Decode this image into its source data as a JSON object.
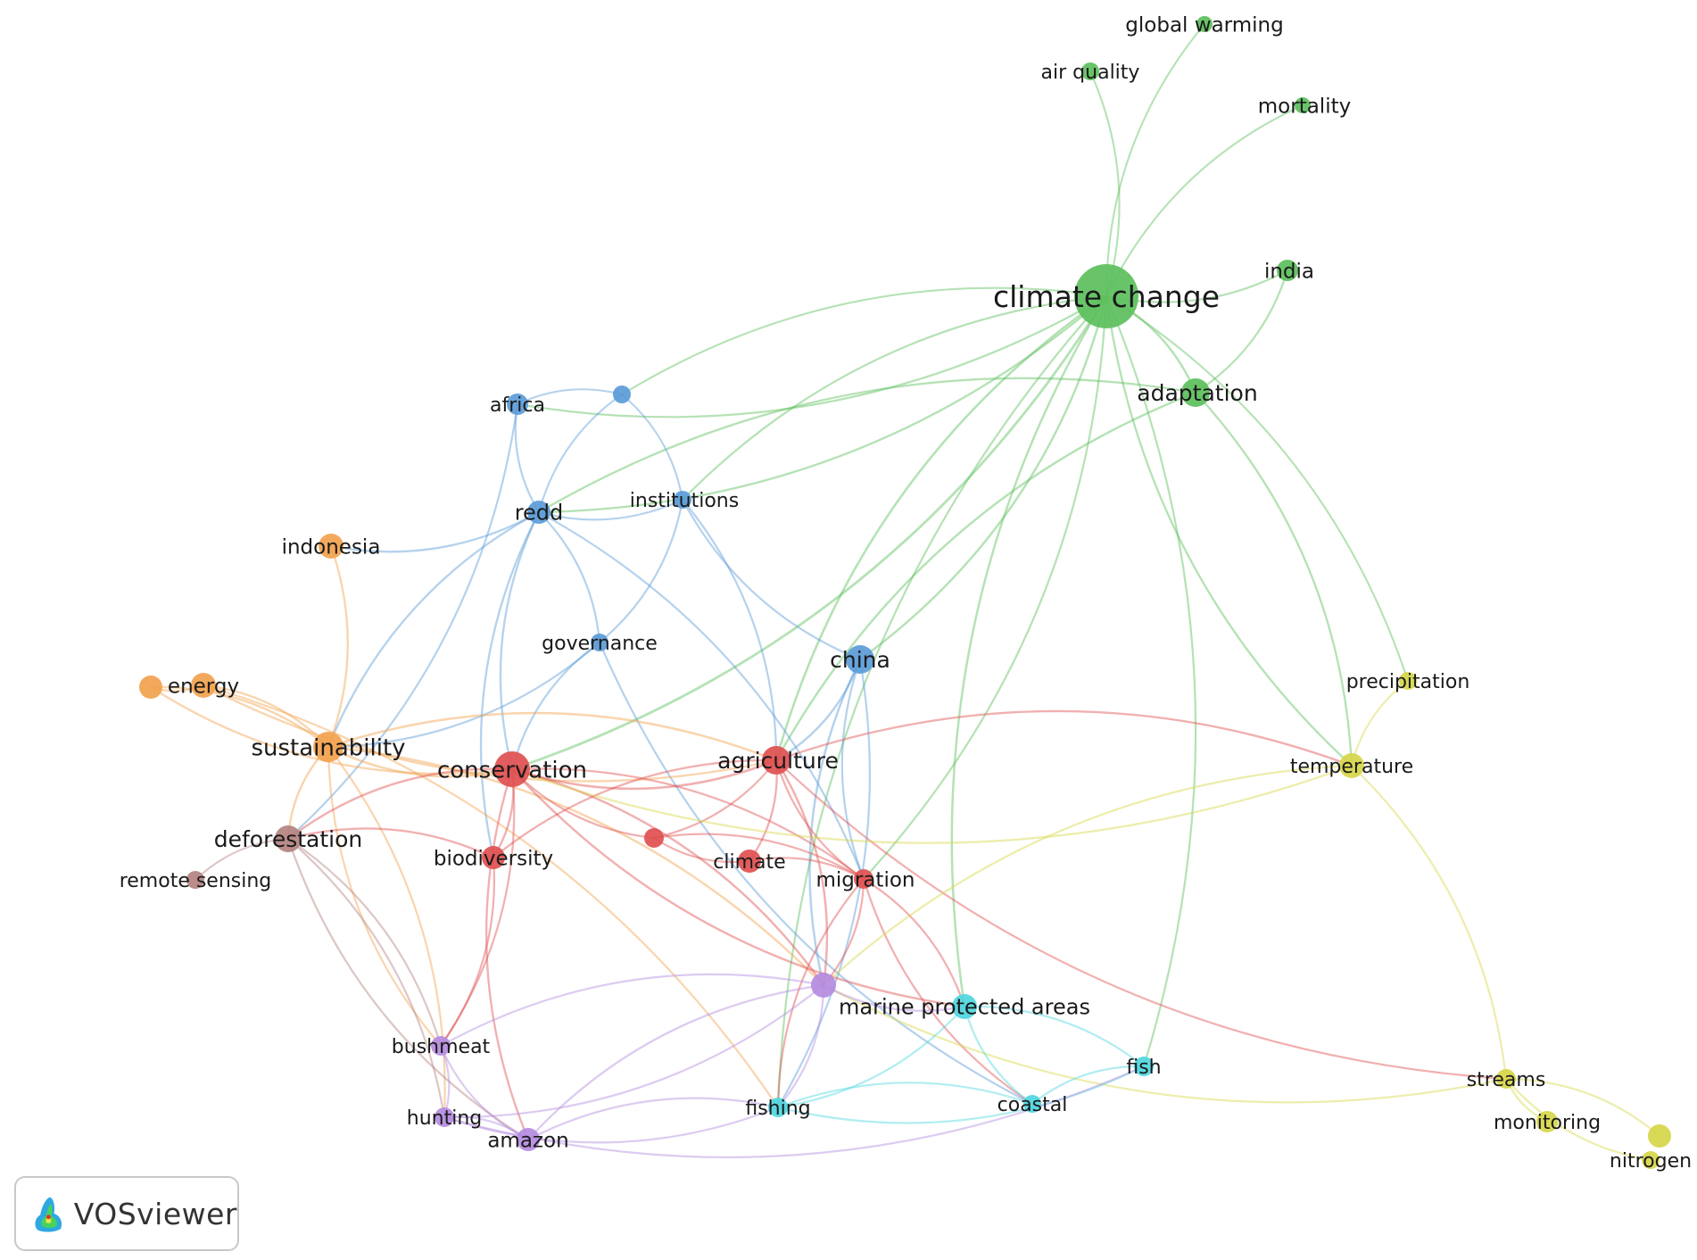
{
  "palette": {
    "red": "#e05050",
    "green": "#5cbf5c",
    "blue": "#5b9bd8",
    "yellow": "#d6d64a",
    "purple": "#b48ce0",
    "cyan": "#4fd6e0",
    "orange": "#f2a24e",
    "brown": "#b38380"
  },
  "nodes": [
    {
      "id": "climate-change",
      "label": "climate change",
      "color": "#5cbf5c",
      "weight": 10
    },
    {
      "id": "global-warming",
      "label": "global warming",
      "color": "#5cbf5c",
      "weight": 2
    },
    {
      "id": "air-quality",
      "label": "air quality",
      "color": "#5cbf5c",
      "weight": 2
    },
    {
      "id": "mortality",
      "label": "mortality",
      "color": "#5cbf5c",
      "weight": 2
    },
    {
      "id": "india",
      "label": "india",
      "color": "#5cbf5c",
      "weight": 2.5
    },
    {
      "id": "adaptation",
      "label": "adaptation",
      "color": "#5cbf5c",
      "weight": 3.5
    },
    {
      "id": "africa",
      "label": "africa",
      "color": "#5b9bd8",
      "weight": 2.5
    },
    {
      "id": "unlabeled-blue",
      "label": "",
      "color": "#5b9bd8",
      "weight": 2
    },
    {
      "id": "redd",
      "label": "redd",
      "color": "#5b9bd8",
      "weight": 3
    },
    {
      "id": "institutions",
      "label": "institutions",
      "color": "#5b9bd8",
      "weight": 2.5
    },
    {
      "id": "governance",
      "label": "governance",
      "color": "#5b9bd8",
      "weight": 2.5
    },
    {
      "id": "china",
      "label": "china",
      "color": "#5b9bd8",
      "weight": 3.5
    },
    {
      "id": "indonesia",
      "label": "indonesia",
      "color": "#f2a24e",
      "weight": 3
    },
    {
      "id": "energy-a",
      "label": "",
      "color": "#f2a24e",
      "weight": 3
    },
    {
      "id": "energy",
      "label": "energy",
      "color": "#f2a24e",
      "weight": 3
    },
    {
      "id": "sustainability",
      "label": "sustainability",
      "color": "#f2a24e",
      "weight": 4
    },
    {
      "id": "conservation",
      "label": "conservation",
      "color": "#e05050",
      "weight": 5
    },
    {
      "id": "agriculture",
      "label": "agriculture",
      "color": "#e05050",
      "weight": 4
    },
    {
      "id": "biodiversity",
      "label": "biodiversity",
      "color": "#e05050",
      "weight": 3
    },
    {
      "id": "red-unlabeled",
      "label": "",
      "color": "#e05050",
      "weight": 2.5
    },
    {
      "id": "climate",
      "label": "climate",
      "color": "#e05050",
      "weight": 3
    },
    {
      "id": "migration",
      "label": "migration",
      "color": "#e05050",
      "weight": 2.5
    },
    {
      "id": "deforestation",
      "label": "deforestation",
      "color": "#b38380",
      "weight": 3.5
    },
    {
      "id": "remote-sensing",
      "label": "remote sensing",
      "color": "#b38380",
      "weight": 2
    },
    {
      "id": "precipitation",
      "label": "precipitation",
      "color": "#d6d64a",
      "weight": 2
    },
    {
      "id": "temperature",
      "label": "temperature",
      "color": "#d6d64a",
      "weight": 3
    },
    {
      "id": "streams",
      "label": "streams",
      "color": "#d6d64a",
      "weight": 2.5
    },
    {
      "id": "monitoring",
      "label": "monitoring",
      "color": "#d6d64a",
      "weight": 3
    },
    {
      "id": "nitrogen-a",
      "label": "",
      "color": "#d6d64a",
      "weight": 3
    },
    {
      "id": "nitrogen",
      "label": "nitrogen",
      "color": "#d6d64a",
      "weight": 2.5
    },
    {
      "id": "purple-hub",
      "label": "",
      "color": "#b48ce0",
      "weight": 3.5
    },
    {
      "id": "marine-protected-areas",
      "label": "marine protected areas",
      "color": "#4fd6e0",
      "weight": 3.5
    },
    {
      "id": "bushmeat",
      "label": "bushmeat",
      "color": "#b48ce0",
      "weight": 2.5
    },
    {
      "id": "hunting",
      "label": "hunting",
      "color": "#b48ce0",
      "weight": 2.5
    },
    {
      "id": "amazon",
      "label": "amazon",
      "color": "#b48ce0",
      "weight": 3
    },
    {
      "id": "fishing",
      "label": "fishing",
      "color": "#4fd6e0",
      "weight": 2.5
    },
    {
      "id": "coastal",
      "label": "coastal",
      "color": "#4fd6e0",
      "weight": 2.5
    },
    {
      "id": "fish",
      "label": "fish",
      "color": "#4fd6e0",
      "weight": 2.5
    }
  ],
  "edges": [
    [
      "climate-change",
      "global-warming"
    ],
    [
      "climate-change",
      "air-quality"
    ],
    [
      "climate-change",
      "mortality"
    ],
    [
      "climate-change",
      "india"
    ],
    [
      "climate-change",
      "adaptation"
    ],
    [
      "adaptation",
      "india"
    ],
    [
      "climate-change",
      "africa"
    ],
    [
      "climate-change",
      "unlabeled-blue"
    ],
    [
      "climate-change",
      "redd"
    ],
    [
      "climate-change",
      "institutions"
    ],
    [
      "climate-change",
      "china"
    ],
    [
      "climate-change",
      "agriculture"
    ],
    [
      "climate-change",
      "conservation"
    ],
    [
      "climate-change",
      "temperature"
    ],
    [
      "climate-change",
      "precipitation"
    ],
    [
      "climate-change",
      "marine-protected-areas"
    ],
    [
      "climate-change",
      "fish"
    ],
    [
      "climate-change",
      "fishing"
    ],
    [
      "climate-change",
      "migration"
    ],
    [
      "adaptation",
      "redd"
    ],
    [
      "adaptation",
      "temperature"
    ],
    [
      "adaptation",
      "agriculture"
    ],
    [
      "africa",
      "unlabeled-blue"
    ],
    [
      "africa",
      "redd"
    ],
    [
      "africa",
      "deforestation"
    ],
    [
      "unlabeled-blue",
      "redd"
    ],
    [
      "unlabeled-blue",
      "institutions"
    ],
    [
      "redd",
      "institutions"
    ],
    [
      "redd",
      "governance"
    ],
    [
      "redd",
      "conservation"
    ],
    [
      "redd",
      "indonesia"
    ],
    [
      "redd",
      "sustainability"
    ],
    [
      "redd",
      "migration"
    ],
    [
      "redd",
      "biodiversity"
    ],
    [
      "institutions",
      "governance"
    ],
    [
      "institutions",
      "china"
    ],
    [
      "institutions",
      "agriculture"
    ],
    [
      "governance",
      "conservation"
    ],
    [
      "governance",
      "sustainability"
    ],
    [
      "governance",
      "coastal"
    ],
    [
      "china",
      "agriculture"
    ],
    [
      "china",
      "migration"
    ],
    [
      "china",
      "fishing"
    ],
    [
      "china",
      "purple-hub"
    ],
    [
      "indonesia",
      "sustainability"
    ],
    [
      "energy-a",
      "energy"
    ],
    [
      "energy-a",
      "sustainability"
    ],
    [
      "energy-a",
      "conservation"
    ],
    [
      "energy",
      "sustainability"
    ],
    [
      "energy",
      "agriculture"
    ],
    [
      "energy",
      "fishing"
    ],
    [
      "sustainability",
      "conservation"
    ],
    [
      "sustainability",
      "agriculture"
    ],
    [
      "sustainability",
      "deforestation"
    ],
    [
      "sustainability",
      "hunting"
    ],
    [
      "sustainability",
      "bushmeat"
    ],
    [
      "sustainability",
      "purple-hub"
    ],
    [
      "conservation",
      "agriculture"
    ],
    [
      "conservation",
      "biodiversity"
    ],
    [
      "conservation",
      "deforestation"
    ],
    [
      "conservation",
      "bushmeat"
    ],
    [
      "conservation",
      "amazon"
    ],
    [
      "conservation",
      "migration"
    ],
    [
      "conservation",
      "red-unlabeled"
    ],
    [
      "conservation",
      "purple-hub"
    ],
    [
      "conservation",
      "marine-protected-areas"
    ],
    [
      "agriculture",
      "red-unlabeled"
    ],
    [
      "agriculture",
      "biodiversity"
    ],
    [
      "agriculture",
      "climate"
    ],
    [
      "agriculture",
      "migration"
    ],
    [
      "agriculture",
      "temperature"
    ],
    [
      "agriculture",
      "streams"
    ],
    [
      "agriculture",
      "purple-hub"
    ],
    [
      "biodiversity",
      "deforestation"
    ],
    [
      "red-unlabeled",
      "migration"
    ],
    [
      "red-unlabeled",
      "climate"
    ],
    [
      "climate",
      "migration"
    ],
    [
      "migration",
      "fishing"
    ],
    [
      "migration",
      "purple-hub"
    ],
    [
      "migration",
      "coastal"
    ],
    [
      "migration",
      "marine-protected-areas"
    ],
    [
      "deforestation",
      "remote-sensing"
    ],
    [
      "deforestation",
      "hunting"
    ],
    [
      "deforestation",
      "amazon"
    ],
    [
      "deforestation",
      "bushmeat"
    ],
    [
      "precipitation",
      "temperature"
    ],
    [
      "temperature",
      "streams"
    ],
    [
      "temperature",
      "purple-hub"
    ],
    [
      "temperature",
      "conservation"
    ],
    [
      "streams",
      "monitoring"
    ],
    [
      "streams",
      "nitrogen-a"
    ],
    [
      "streams",
      "nitrogen"
    ],
    [
      "streams",
      "purple-hub"
    ],
    [
      "purple-hub",
      "bushmeat"
    ],
    [
      "purple-hub",
      "hunting"
    ],
    [
      "purple-hub",
      "amazon"
    ],
    [
      "purple-hub",
      "fishing"
    ],
    [
      "purple-hub",
      "marine-protected-areas"
    ],
    [
      "bushmeat",
      "hunting"
    ],
    [
      "bushmeat",
      "amazon"
    ],
    [
      "hunting",
      "amazon"
    ],
    [
      "hunting",
      "fishing"
    ],
    [
      "amazon",
      "fishing"
    ],
    [
      "fishing",
      "marine-protected-areas"
    ],
    [
      "fishing",
      "coastal"
    ],
    [
      "fishing",
      "fish"
    ],
    [
      "marine-protected-areas",
      "fish"
    ],
    [
      "marine-protected-areas",
      "coastal"
    ],
    [
      "coastal",
      "fish"
    ],
    [
      "hunting",
      "fish"
    ],
    [
      "biodiversity",
      "bushmeat"
    ]
  ],
  "logo": {
    "text": "VOSviewer",
    "icon": "vosviewer-logo-icon"
  }
}
